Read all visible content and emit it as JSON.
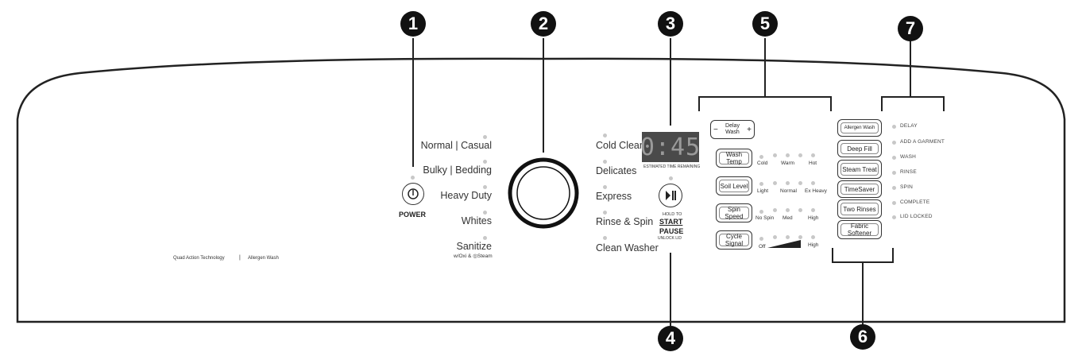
{
  "callouts": [
    "1",
    "2",
    "3",
    "4",
    "5",
    "6",
    "7"
  ],
  "power": {
    "label": "POWER",
    "icon": "power-icon"
  },
  "cycles_left": [
    "Normal | Casual",
    "Bulky | Bedding",
    "Heavy Duty",
    "Whites",
    "Sanitize"
  ],
  "sanitize_sub": "w/Oxi & ◎Steam",
  "cycles_right": [
    "Cold Clean",
    "Delicates",
    "Express",
    "Rinse & Spin",
    "Clean Washer"
  ],
  "display": {
    "time": "0:45",
    "caption": "ESTIMATED TIME REMAINING"
  },
  "start": {
    "hold_to": "HOLD TO",
    "start": "START",
    "pause": "PAUSE",
    "unlock": "UNLOCK LID",
    "icon": "play-pause-icon"
  },
  "delay_wash": {
    "minus": "−",
    "label": "Delay Wash",
    "plus": "+"
  },
  "settings": [
    {
      "button": "Wash Temp",
      "levels": [
        "Cold",
        "Warm",
        "Hot"
      ]
    },
    {
      "button": "Soil Level",
      "levels": [
        "Light",
        "Normal",
        "Ex Heavy"
      ]
    },
    {
      "button": "Spin Speed",
      "levels": [
        "No Spin",
        "Med",
        "High"
      ]
    },
    {
      "button": "Cycle Signal",
      "levels": [
        "Off",
        "High"
      ]
    }
  ],
  "options": [
    "Allergen Wash",
    "Deep Fill",
    "Steam Treat",
    "TimeSaver",
    "Two Rinses",
    "Fabric Softener"
  ],
  "status_lights": [
    "DELAY",
    "ADD A GARMENT",
    "WASH",
    "RINSE",
    "SPIN",
    "COMPLETE",
    "LID LOCKED"
  ],
  "branding": {
    "left": "Quad Action Technology",
    "sep": "|",
    "right": "Allergen Wash"
  }
}
